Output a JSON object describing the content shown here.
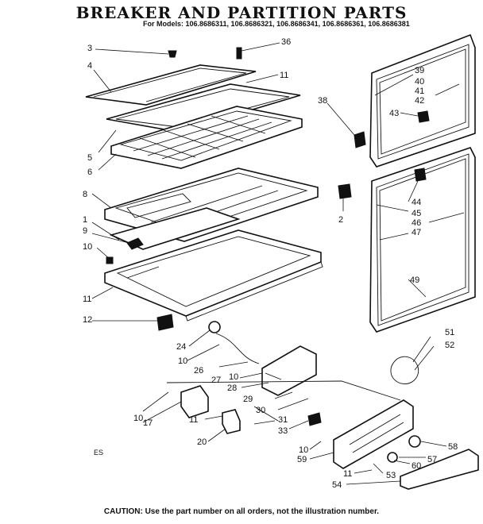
{
  "title": "BREAKER AND PARTITION PARTS",
  "models_line": "For Models: 106.8686311, 106.8686321, 106.8686341, 106.8686361, 106.8686381",
  "caution": "CAUTION: Use the part number on all orders, not the illustration number.",
  "corner_mark": "ES",
  "callouts": [
    "3",
    "36",
    "4",
    "11",
    "39",
    "40",
    "41",
    "42",
    "38",
    "43",
    "5",
    "6",
    "8",
    "44",
    "45",
    "46",
    "47",
    "2",
    "1",
    "9",
    "10",
    "11",
    "49",
    "12",
    "24",
    "51",
    "52",
    "10",
    "26",
    "27",
    "10",
    "28",
    "29",
    "30",
    "10",
    "17",
    "11",
    "31",
    "20",
    "33",
    "58",
    "10",
    "59",
    "57",
    "60",
    "53",
    "11",
    "54"
  ]
}
